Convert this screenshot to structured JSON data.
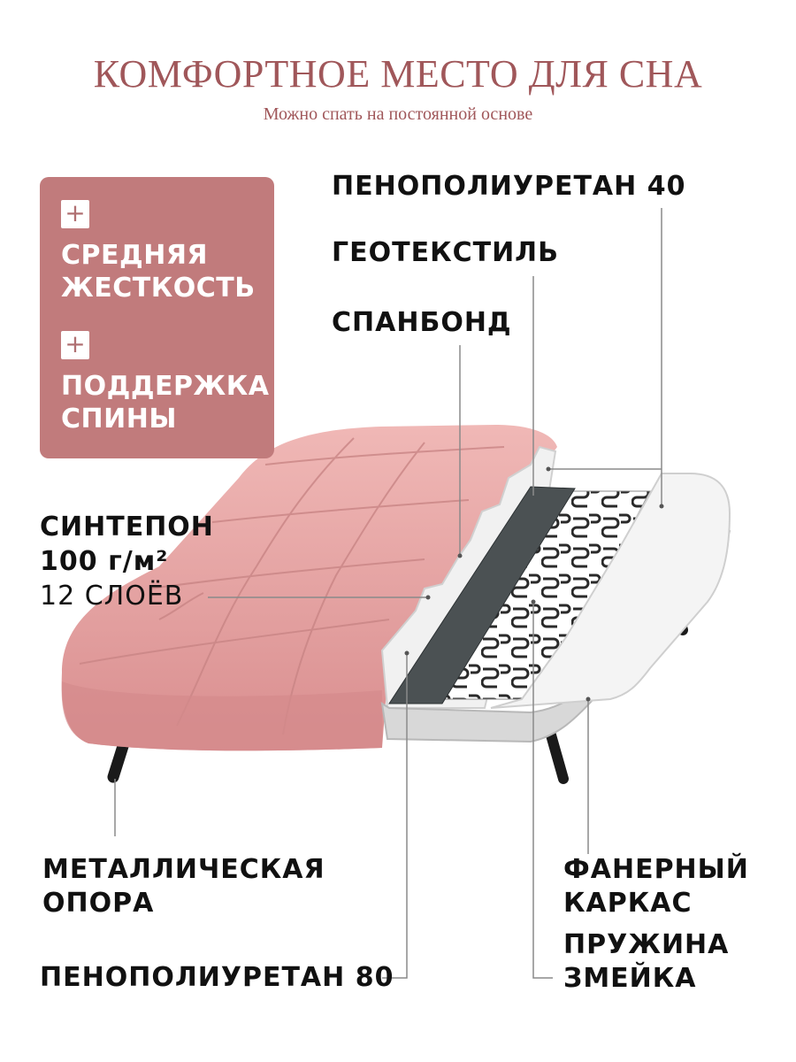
{
  "header": {
    "title": "КОМФОРТНОЕ МЕСТО ДЛЯ СНА",
    "subtitle": "Можно спать на постоянной основе"
  },
  "features": [
    {
      "line1": "СРЕДНЯЯ",
      "line2": "ЖЕСТКОСТЬ"
    },
    {
      "line1": "ПОДДЕРЖКА",
      "line2": "СПИНЫ"
    }
  ],
  "layers": {
    "ppu40": "ПЕНОПОЛИУРЕТАН 40",
    "geotextile": "ГЕОТЕКСТИЛЬ",
    "spanbond": "СПАНБОНД",
    "sintepon_line1": "СИНТЕПОН",
    "sintepon_line2": "100 г/м²",
    "sintepon_line3": "12 СЛОЁВ",
    "metal_support_line1": "МЕТАЛЛИЧЕСКАЯ",
    "metal_support_line2": "ОПОРА",
    "plywood_line1": "ФАНЕРНЫЙ",
    "plywood_line2": "КАРКАС",
    "spring_line1": "ПРУЖИНА",
    "spring_line2": "ЗМЕЙКА",
    "ppu80": "ПЕНОПОЛИУРЕТАН 80"
  },
  "colors": {
    "title": "#a0575a",
    "panel": "#c17b7c",
    "upholstery": "#e9a8a8",
    "foam": "#f1f1f1"
  },
  "icons": [
    "plus-icon",
    "plus-icon"
  ]
}
